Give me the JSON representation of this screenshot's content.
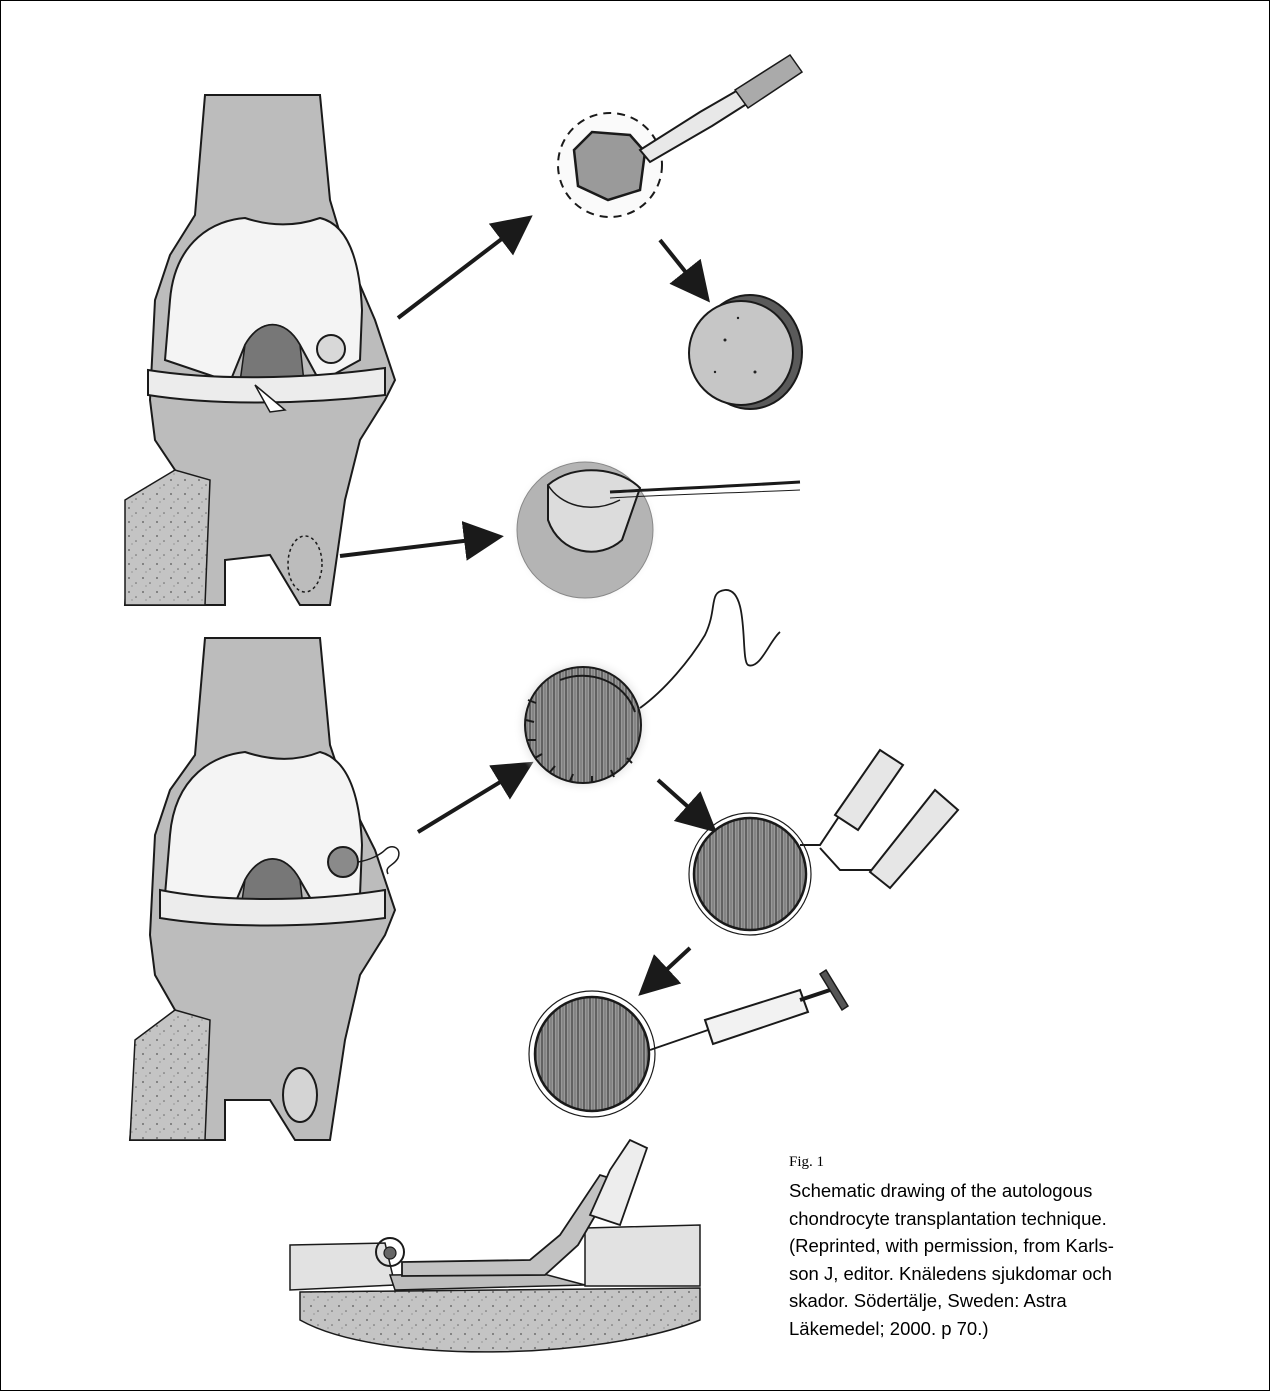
{
  "figure": {
    "label": "Fig. 1",
    "caption_lines": [
      "Schematic drawing of the autologous",
      "chondrocyte transplantation technique.",
      "(Reprinted, with permission, from Karls-",
      "son J, editor. Knäledens sjukdomar och",
      "skador. Södertälje, Sweden: Astra",
      "Läkemedel; 2000. p 70.)"
    ]
  },
  "colors": {
    "ink": "#1a1a1a",
    "bone": "#b9b9b9",
    "cartilage": "#f4f4f4",
    "graft": "#8f8f8f"
  }
}
